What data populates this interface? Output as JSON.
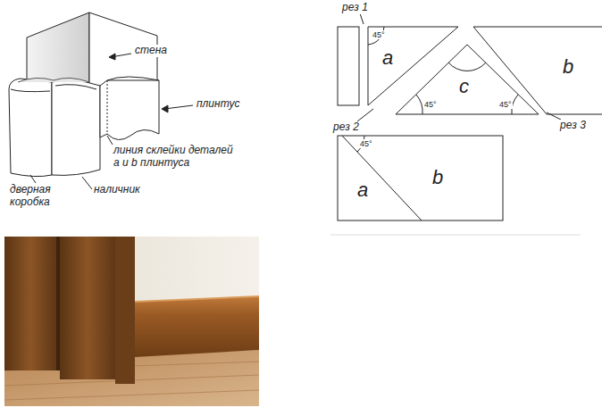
{
  "diagram": {
    "labels": [
      "стена",
      "плинтус",
      "линия склейки деталей a и b плинтуса",
      "дверная коробка",
      "наличник",
      "рез 1",
      "a",
      "45°",
      "b",
      "c",
      "45°",
      "45°",
      "рез 2",
      "рез 3",
      "a",
      "45°",
      "b"
    ]
  }
}
